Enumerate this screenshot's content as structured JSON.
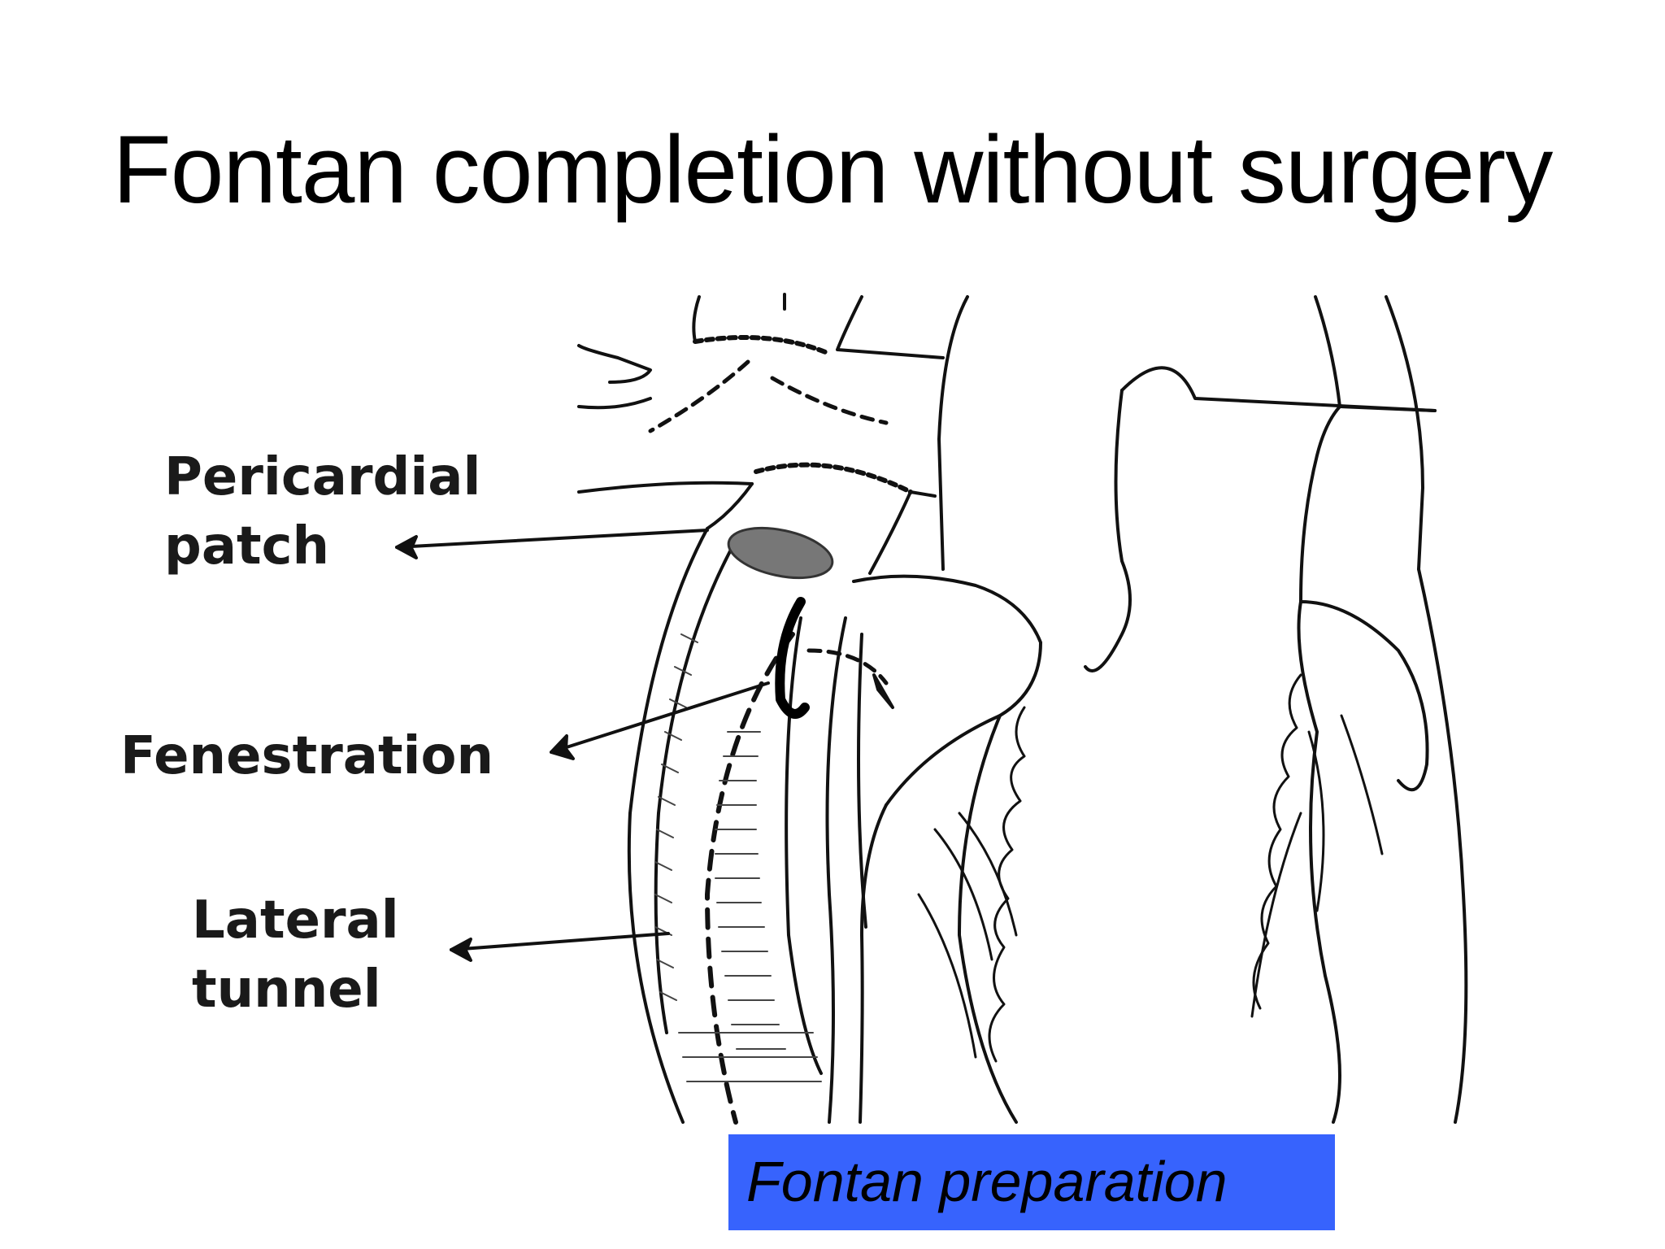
{
  "slide": {
    "title": "Fontan completion without surgery"
  },
  "labels": {
    "pericardial_patch_line1": "Pericardial",
    "pericardial_patch_line2": "patch",
    "fenestration": "Fenestration",
    "lateral_tunnel_line1": "Lateral",
    "lateral_tunnel_line2": "tunnel"
  },
  "caption": {
    "text": "Fontan preparation",
    "background_color": "#3763fd"
  }
}
